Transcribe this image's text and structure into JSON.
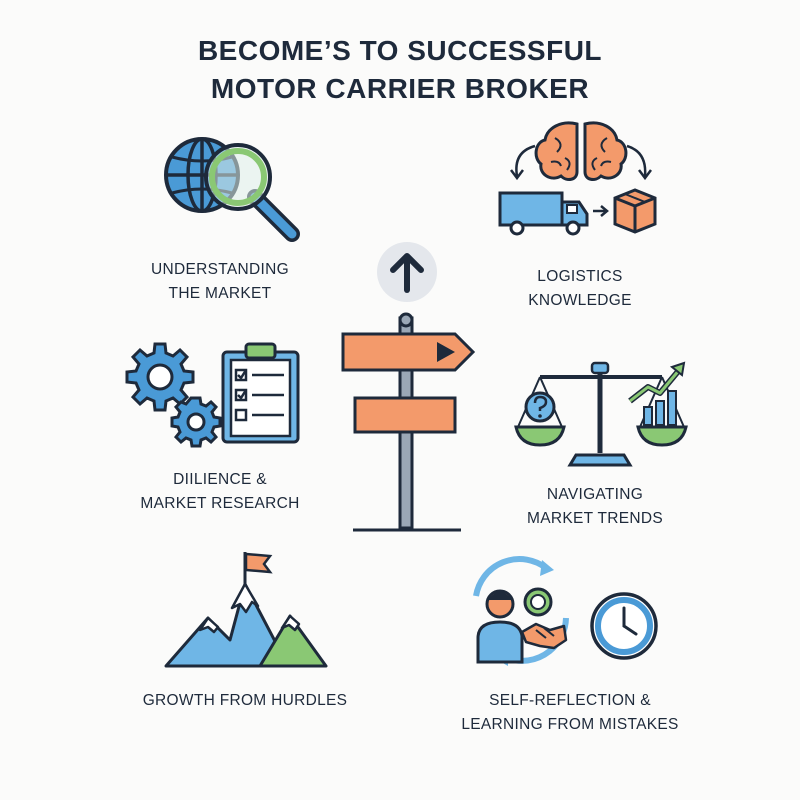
{
  "title": {
    "line1": "BECOME’S TO SUCCESSFUL",
    "line2": "MOTOR CARRIER BROKER"
  },
  "sections": {
    "market": {
      "line1": "UNDERSTANDING",
      "line2": "THE MARKET",
      "icon": "globe-magnifier-icon"
    },
    "logistics": {
      "line1": "LOGISTICS",
      "line2": "KNOWLEDGE",
      "icon": "brain-truck-box-icon"
    },
    "diligence": {
      "line1": "DIILIENCE &",
      "line2": "MARKET RESEARCH",
      "icon": "gears-clipboard-icon"
    },
    "trends": {
      "line1": "NAVIGATING",
      "line2": "MARKET TRENDS",
      "icon": "balance-scale-chart-icon"
    },
    "hurdles": {
      "line1": "GROWTH FROM HURDLES",
      "icon": "mountain-flag-icon"
    },
    "reflection": {
      "line1": "SELF-REFLECTION &",
      "line2": "LEARNING FROM MISTAKES",
      "icon": "people-handshake-clock-icon"
    }
  },
  "center": {
    "icon": "signpost-up-arrow-icon"
  },
  "colors": {
    "navy": "#1e2a3b",
    "blue": "#4a9ad6",
    "lightblue": "#6fb6e6",
    "green": "#8ac874",
    "orange": "#f39a6b",
    "pole": "#9aa7b6"
  }
}
